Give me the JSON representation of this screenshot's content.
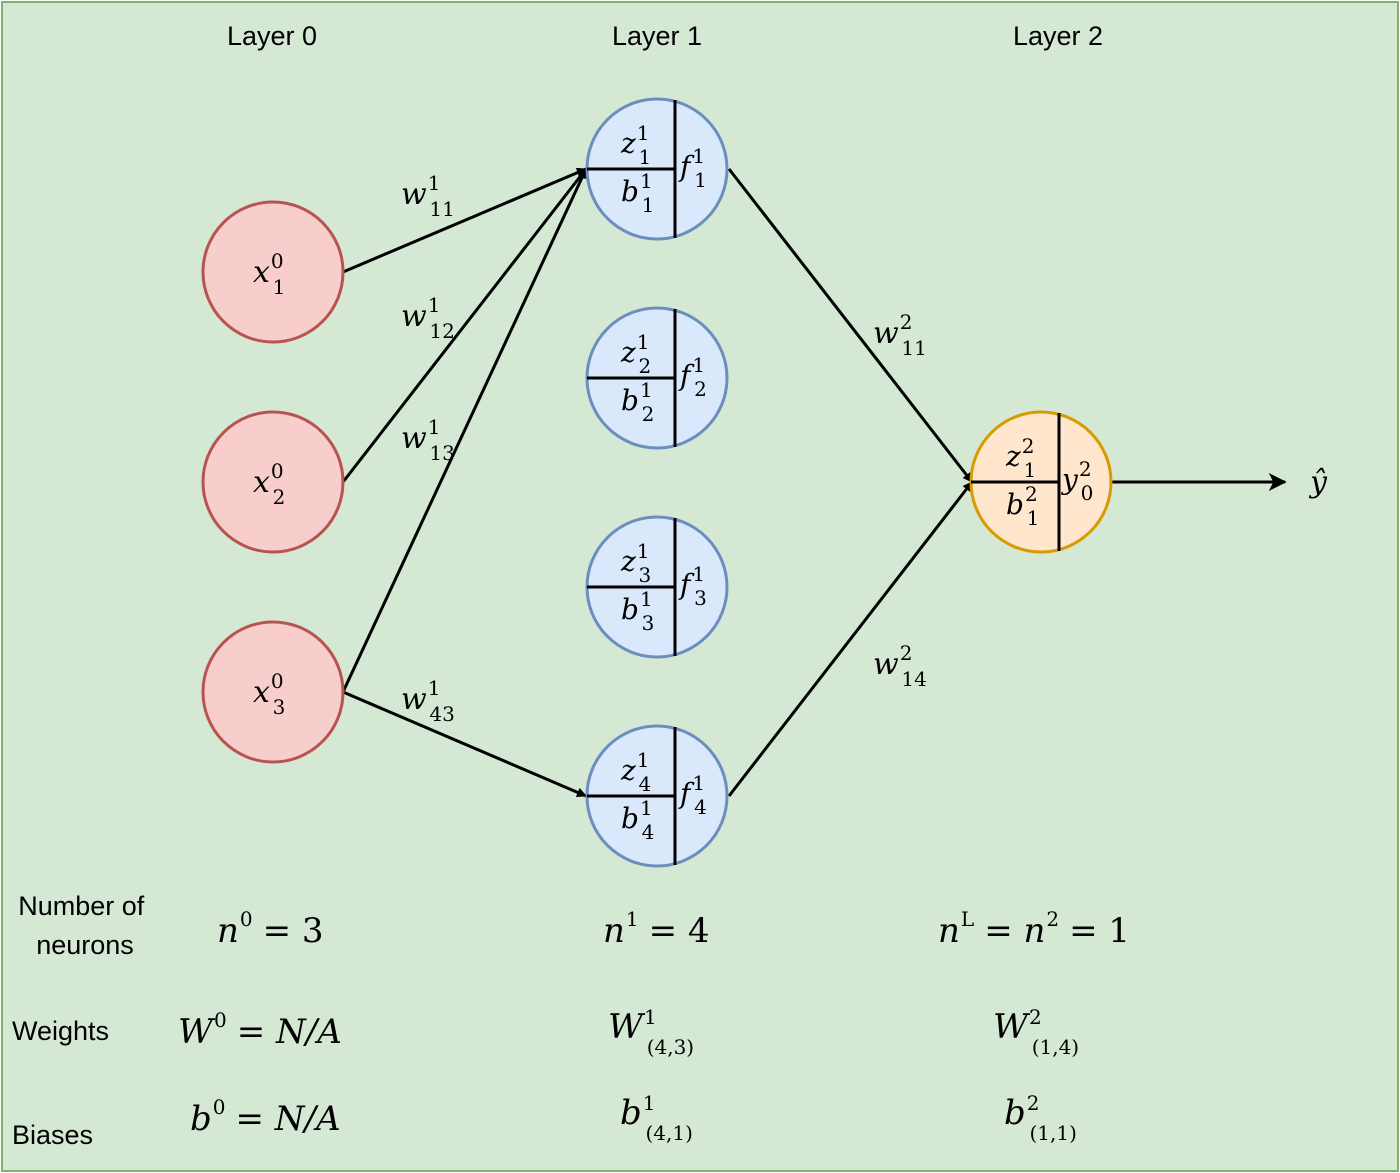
{
  "layers": [
    {
      "label": "Layer 0",
      "neurons": 3,
      "weights": "N/A",
      "biases": "N/A"
    },
    {
      "label": "Layer 1",
      "neurons": 4,
      "weights_dims": "(4,3)",
      "biases_dims": "(4,1)"
    },
    {
      "label": "Layer 2",
      "neurons": 1,
      "weights_dims": "(1,4)",
      "biases_dims": "(1,1)"
    }
  ],
  "inputs": [
    {
      "var": "x",
      "sup": "0",
      "sub": "1"
    },
    {
      "var": "x",
      "sup": "0",
      "sub": "2"
    },
    {
      "var": "x",
      "sup": "0",
      "sub": "3"
    }
  ],
  "hidden": [
    {
      "z": {
        "sup": "1",
        "sub": "1"
      },
      "b": {
        "sup": "1",
        "sub": "1"
      },
      "f": {
        "sup": "1",
        "sub": "1"
      }
    },
    {
      "z": {
        "sup": "1",
        "sub": "2"
      },
      "b": {
        "sup": "1",
        "sub": "2"
      },
      "f": {
        "sup": "1",
        "sub": "2"
      }
    },
    {
      "z": {
        "sup": "1",
        "sub": "3"
      },
      "b": {
        "sup": "1",
        "sub": "3"
      },
      "f": {
        "sup": "1",
        "sub": "3"
      }
    },
    {
      "z": {
        "sup": "1",
        "sub": "4"
      },
      "b": {
        "sup": "1",
        "sub": "4"
      },
      "f": {
        "sup": "1",
        "sub": "4"
      }
    }
  ],
  "output": {
    "z": {
      "sup": "2",
      "sub": "1"
    },
    "b": {
      "sup": "2",
      "sub": "1"
    },
    "y": {
      "sup": "2",
      "sub": "0"
    }
  },
  "edge_labels": [
    {
      "sup": "1",
      "sub": "11"
    },
    {
      "sup": "1",
      "sub": "12"
    },
    {
      "sup": "1",
      "sub": "13"
    },
    {
      "sup": "1",
      "sub": "43"
    },
    {
      "sup": "2",
      "sub": "11"
    },
    {
      "sup": "2",
      "sub": "14"
    }
  ],
  "final_output": "ŷ",
  "row_labels": {
    "neurons_line1": "Number of",
    "neurons_line2": "neurons",
    "weights": "Weights",
    "biases": "Biases"
  },
  "summary": {
    "n0": {
      "var": "n",
      "sup": "0",
      "rest": "= 3"
    },
    "n1": {
      "var": "n",
      "sup": "1",
      "rest": "= 4"
    },
    "nL": {
      "var": "n",
      "sup": "L",
      "mid": "= n",
      "sup2": "2",
      "rest": "= 1"
    },
    "W0": {
      "var": "W",
      "sup": "0",
      "rest": "= N/A"
    },
    "W1": {
      "var": "W",
      "sup": "1",
      "sub": "(4,3)"
    },
    "W2": {
      "var": "W",
      "sup": "2",
      "sub": "(1,4)"
    },
    "b0": {
      "var": "b",
      "sup": "0",
      "rest": "= N/A"
    },
    "b1": {
      "var": "b",
      "sup": "1",
      "sub": "(4,1)"
    },
    "b2": {
      "var": "b",
      "sup": "2",
      "sub": "(1,1)"
    }
  },
  "colors": {
    "background": "#d5e8d4",
    "background_border": "#82b366",
    "input_fill": "#f8cecc",
    "input_stroke": "#b85450",
    "hidden_fill": "#dae8fc",
    "hidden_stroke": "#6c8ebf",
    "output_fill": "#ffe6cc",
    "output_stroke": "#d79b00"
  }
}
